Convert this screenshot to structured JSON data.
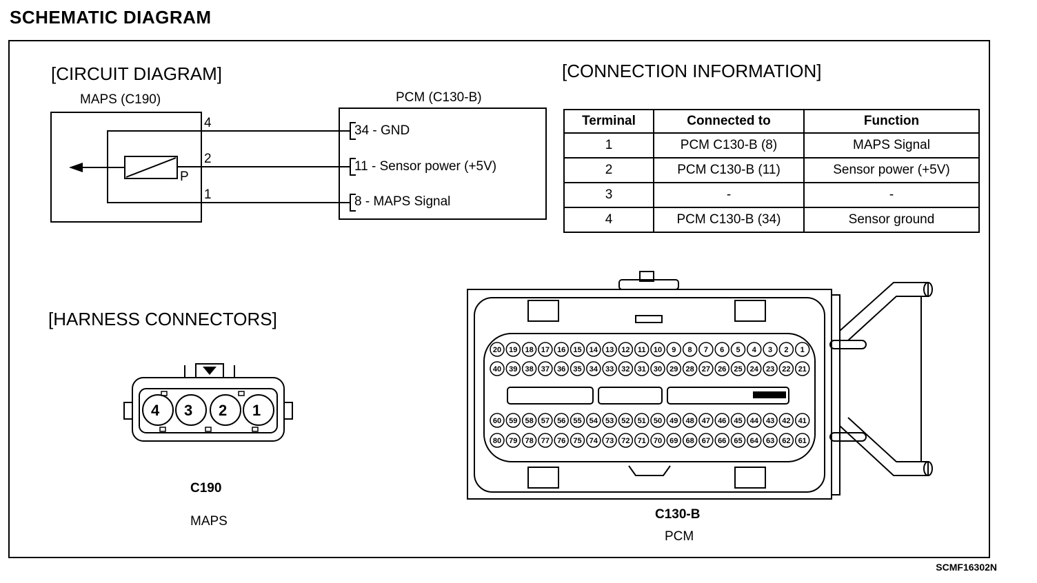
{
  "title": "SCHEMATIC DIAGRAM",
  "circuit": {
    "heading": "[CIRCUIT DIAGRAM]",
    "sensor_label": "MAPS (C190)",
    "pcm_label": "PCM (C130-B)",
    "sensor_symbol": "P",
    "pins": [
      {
        "sensor_pin": "4",
        "pcm_pin": "34",
        "pcm_text": " - GND"
      },
      {
        "sensor_pin": "2",
        "pcm_pin": "11",
        "pcm_text": " - Sensor power (+5V)"
      },
      {
        "sensor_pin": "1",
        "pcm_pin": "8",
        "pcm_text": " - MAPS Signal"
      }
    ]
  },
  "connection": {
    "heading": "[CONNECTION INFORMATION]",
    "columns": [
      "Terminal",
      "Connected to",
      "Function"
    ],
    "rows": [
      [
        "1",
        "PCM C130-B (8)",
        "MAPS Signal"
      ],
      [
        "2",
        "PCM C130-B (11)",
        "Sensor power (+5V)"
      ],
      [
        "3",
        "-",
        "-"
      ],
      [
        "4",
        "PCM C130-B (34)",
        "Sensor ground"
      ]
    ]
  },
  "harness": {
    "heading": "[HARNESS CONNECTORS]",
    "c190": {
      "code": "C190",
      "name": "MAPS",
      "pins": [
        "4",
        "3",
        "2",
        "1"
      ]
    },
    "c130b": {
      "code": "C130-B",
      "name": "PCM"
    }
  },
  "doc_code": "SCMF16302N"
}
